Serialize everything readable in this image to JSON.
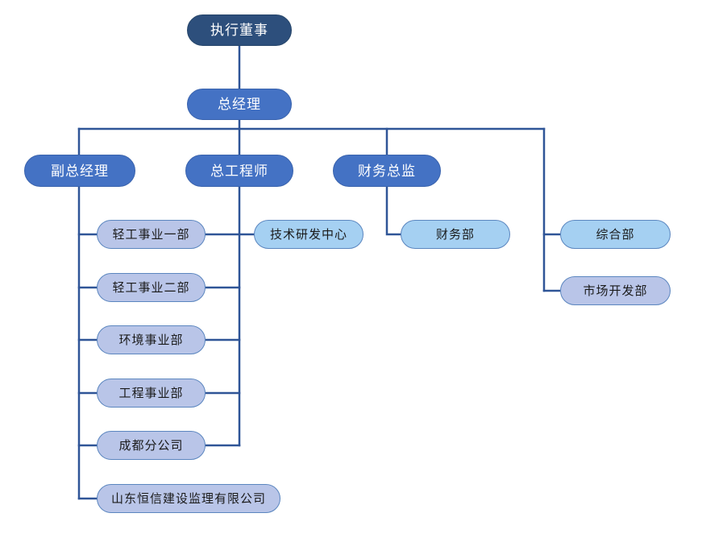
{
  "diagram": {
    "type": "org-chart",
    "title": "",
    "orientation": "top-down",
    "colors": {
      "exec_fill": "#2d4f7c",
      "manager_fill": "#4472c4",
      "dept_blue_fill": "#a5d0f2",
      "dept_lavender_fill": "#b9c5e8",
      "node_stroke": "#5b86bf",
      "connector": "#2f5597",
      "background": "#ffffff",
      "exec_text": "#ffffff",
      "dept_text": "#1a1a1a"
    }
  },
  "nodes": {
    "executive_director": {
      "label": "执行董事",
      "level": 1,
      "style": "exec"
    },
    "general_manager": {
      "label": "总经理",
      "level": 2,
      "style": "manager"
    },
    "deputy_gm": {
      "label": "副总经理",
      "level": 3,
      "style": "manager"
    },
    "chief_engineer": {
      "label": "总工程师",
      "level": 3,
      "style": "manager"
    },
    "finance_director": {
      "label": "财务总监",
      "level": 3,
      "style": "manager"
    },
    "light_industry_1": {
      "label": "轻工事业一部",
      "level": 4,
      "style": "lavender"
    },
    "light_industry_2": {
      "label": "轻工事业二部",
      "level": 4,
      "style": "lavender"
    },
    "environment_div": {
      "label": "环境事业部",
      "level": 4,
      "style": "lavender"
    },
    "engineering_div": {
      "label": "工程事业部",
      "level": 4,
      "style": "lavender"
    },
    "chengdu_branch": {
      "label": "成都分公司",
      "level": 4,
      "style": "lavender"
    },
    "shandong_hengxin": {
      "label": "山东恒信建设监理有限公司",
      "level": 4,
      "style": "lavender"
    },
    "rd_center": {
      "label": "技术研发中心",
      "level": 4,
      "style": "blue"
    },
    "finance_dept": {
      "label": "财务部",
      "level": 4,
      "style": "blue"
    },
    "general_affairs": {
      "label": "综合部",
      "level": 4,
      "style": "blue"
    },
    "market_development": {
      "label": "市场开发部",
      "level": 4,
      "style": "lavender"
    }
  },
  "edges": [
    {
      "from": "executive_director",
      "to": "general_manager"
    },
    {
      "from": "general_manager",
      "to": "deputy_gm"
    },
    {
      "from": "general_manager",
      "to": "chief_engineer"
    },
    {
      "from": "general_manager",
      "to": "finance_director"
    },
    {
      "from": "general_manager",
      "to": "general_affairs"
    },
    {
      "from": "general_manager",
      "to": "market_development"
    },
    {
      "from": "deputy_gm",
      "to": "light_industry_1"
    },
    {
      "from": "deputy_gm",
      "to": "light_industry_2"
    },
    {
      "from": "deputy_gm",
      "to": "environment_div"
    },
    {
      "from": "deputy_gm",
      "to": "engineering_div"
    },
    {
      "from": "deputy_gm",
      "to": "chengdu_branch"
    },
    {
      "from": "deputy_gm",
      "to": "shandong_hengxin"
    },
    {
      "from": "chief_engineer",
      "to": "rd_center"
    },
    {
      "from": "chief_engineer",
      "to": "light_industry_1"
    },
    {
      "from": "chief_engineer",
      "to": "light_industry_2"
    },
    {
      "from": "chief_engineer",
      "to": "environment_div"
    },
    {
      "from": "chief_engineer",
      "to": "engineering_div"
    },
    {
      "from": "chief_engineer",
      "to": "chengdu_branch"
    },
    {
      "from": "finance_director",
      "to": "finance_dept"
    }
  ]
}
